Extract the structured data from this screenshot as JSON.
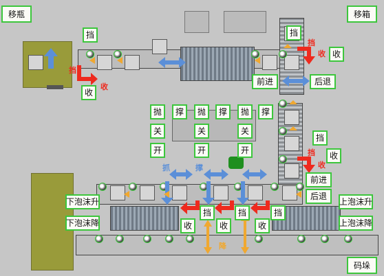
{
  "corners": {
    "move_bottle": "移瓶",
    "move_box": "移箱",
    "palletize": "码垛"
  },
  "labels": {
    "block": "挡",
    "close": "收",
    "forward": "前进",
    "backward": "后退",
    "grab": "抛",
    "support": "撑",
    "shut": "关",
    "open": "开",
    "lower_foam_up": "下泡沫升",
    "lower_foam_down": "下泡沫降",
    "upper_foam_up": "上泡沫升",
    "upper_foam_down": "上泡沫降"
  },
  "overlays": {
    "block": "挡",
    "close": "收",
    "shrink": "收",
    "grab": "抓",
    "place": "撑",
    "lower": "降"
  },
  "colors": {
    "red_arrow": "#ee2a1e",
    "blue_arrow": "#5b8fd8",
    "orange_arrow": "#f0a830",
    "green_border": "#3cc63c",
    "olive": "#999b3a"
  }
}
